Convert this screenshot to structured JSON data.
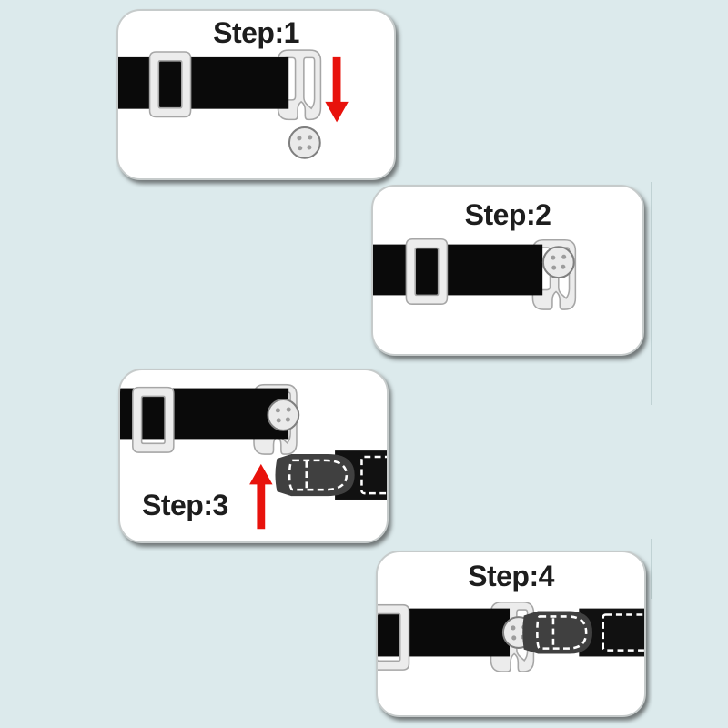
{
  "document": {
    "type": "instruction-diagram",
    "subject": "belt hook and button fastening steps"
  },
  "steps": [
    {
      "id": 1,
      "label": "Step:1"
    },
    {
      "id": 2,
      "label": "Step:2"
    },
    {
      "id": 3,
      "label": "Step:3"
    },
    {
      "id": 4,
      "label": "Step:4"
    }
  ],
  "icons": {
    "hook": "hook-icon",
    "slider": "slider-buckle-icon",
    "button": "button-icon",
    "arrow_down": "arrow-down-icon",
    "arrow_up": "arrow-up-icon"
  },
  "colors": {
    "bg": "#dceaec",
    "card-bg": "#ffffff",
    "card-border": "#c6cbcb",
    "strap": "#0a0a0a",
    "hw-fill": "#ececec",
    "hw-stroke": "#a6a6a6",
    "btn-fill": "#eaeaea",
    "btn-stroke": "#7f7f7f",
    "btn-hole": "#9c9c9c",
    "dark-strap": "#111111",
    "tongue": "#404040",
    "stitch": "#ffffff",
    "arrow": "#e8120c",
    "title": "#1d1d1d",
    "edge-line": "#c0d2d4"
  }
}
